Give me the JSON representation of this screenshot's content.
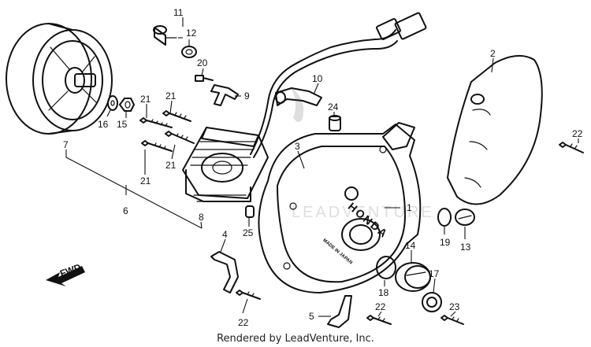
{
  "diagram": {
    "brand_text": "HONDA",
    "origin_text": "MADE IN JAPAN",
    "direction_label": "FWD",
    "credit": "Rendered by LeadVenture, Inc.",
    "watermark_text": "LEADVENTURE",
    "callouts": {
      "c1": "1",
      "c2": "2",
      "c3": "3",
      "c4": "4",
      "c5": "5",
      "c6": "6",
      "c7": "7",
      "c8": "8",
      "c9": "9",
      "c10": "10",
      "c11": "11",
      "c12": "12",
      "c13": "13",
      "c14": "14",
      "c15": "15",
      "c16": "16",
      "c17": "17",
      "c18": "18",
      "c19": "19",
      "c20": "20",
      "c21a": "21",
      "c21b": "21",
      "c21c": "21",
      "c21d": "21",
      "c22a": "22",
      "c22b": "22",
      "c22c": "22",
      "c23": "23",
      "c24": "24",
      "c25": "25"
    }
  }
}
